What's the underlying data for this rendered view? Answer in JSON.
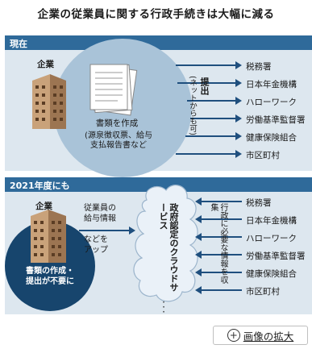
{
  "title": "企業の従業員に関する行政手続きは大幅に減る",
  "current": {
    "band_label": "現在",
    "corp_label": "企業",
    "doc_label": "書類を作成",
    "doc_sub_line1": "(源泉徴収票、給与",
    "doc_sub_line2": "支払報告書など",
    "submit_label": "提出",
    "submit_sub": "(ネットからも可)",
    "offices": [
      "税務署",
      "日本年金機構",
      "ハローワーク",
      "労働基準監督署",
      "健康保険組合",
      "市区町村"
    ]
  },
  "future": {
    "band_label": "2021年度にも",
    "corp_label": "企業",
    "upload_line1": "従業員の",
    "upload_line2": "給与情報",
    "upload_line3": "などを",
    "upload_line4": "アップ",
    "cloud_label": "政府認定のクラウドサービス",
    "collect_label": "行政に必要な情報を収集",
    "not_needed_line1": "書類の作成・",
    "not_needed_line2": "提出が不要に",
    "offices": [
      "税務署",
      "日本年金機構",
      "ハローワーク",
      "労働基準監督署",
      "健康保険組合",
      "市区町村"
    ]
  },
  "zoom_button": {
    "icon": "zoom-in-icon",
    "label": "画像の拡大"
  },
  "colors": {
    "band": "#2f6a9a",
    "panel": "#dde7ef",
    "circle": "#a9c3d8",
    "dark_circle": "#17456d",
    "arrow": "#1f4f7e",
    "cloud": "#eaf1f8"
  }
}
